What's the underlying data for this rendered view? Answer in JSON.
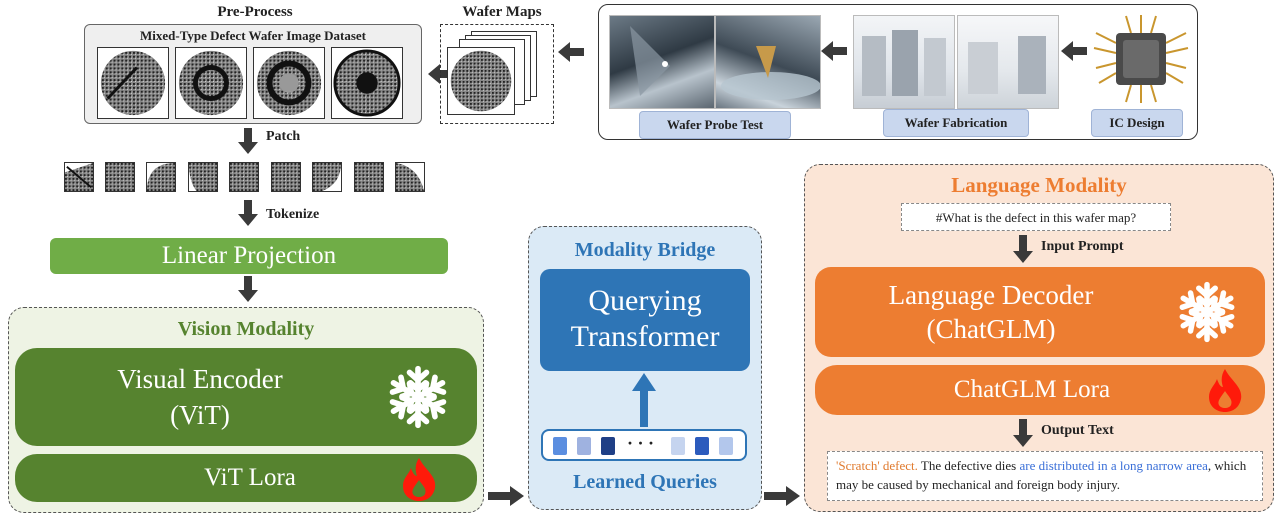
{
  "preprocess": {
    "title": "Pre-Process",
    "dataset_label": "Mixed-Type Defect Wafer Image Dataset"
  },
  "wafer_maps": {
    "title": "Wafer Maps"
  },
  "pipeline": {
    "probe": "Wafer Probe Test",
    "fab": "Wafer Fabrication",
    "design": "IC Design"
  },
  "steps": {
    "patch": "Patch",
    "tokenize": "Tokenize"
  },
  "linear_projection": "Linear Projection",
  "vision": {
    "title": "Vision Modality",
    "encoder": "Visual Encoder",
    "encoder_sub": "(ViT)",
    "lora": "ViT Lora"
  },
  "bridge": {
    "title": "Modality Bridge",
    "qformer_line1": "Querying",
    "qformer_line2": "Transformer",
    "queries": "Learned Queries",
    "ellipsis": "· · ·"
  },
  "language": {
    "title": "Language Modality",
    "prompt_text": "#What is the defect in this wafer map?",
    "input_prompt": "Input Prompt",
    "decoder": "Language Decoder",
    "decoder_sub": "(ChatGLM)",
    "lora": "ChatGLM Lora",
    "output_text": "Output Text",
    "answer": {
      "part1": "'Scratch' defect.",
      "part2": " The defective dies ",
      "part3": "are distributed in a long narrow area",
      "part4": ", which may be caused by mechanical and foreign body injury."
    }
  },
  "colors": {
    "vision_green": "#56832f",
    "linear_green": "#70ad47",
    "bridge_blue": "#2e75b6",
    "language_orange": "#ed7d31",
    "answer_orange": "#e07a2e",
    "answer_blue": "#3a6fd8"
  },
  "icons": [
    "snowflake-icon",
    "flame-icon",
    "chip-icon",
    "arrow-icon"
  ]
}
